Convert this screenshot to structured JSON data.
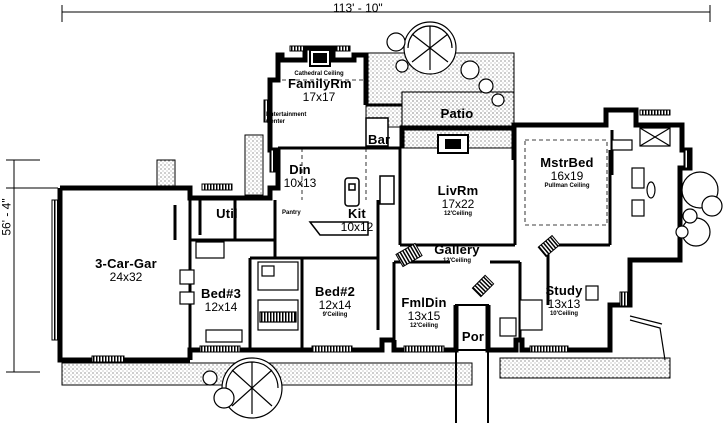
{
  "dimensions": {
    "width": "113' - 10\"",
    "depth": "56' - 4\""
  },
  "rooms": {
    "family": {
      "name": "FamilyRm",
      "size": "17x17",
      "note": "Cathedral Ceiling"
    },
    "entertainment": {
      "line1": "Entertainment",
      "line2": "Center"
    },
    "bar": {
      "name": "Bar"
    },
    "patio": {
      "name": "Patio"
    },
    "dining": {
      "name": "Din",
      "size": "10x13"
    },
    "kitchen": {
      "name": "Kit",
      "size": "10x12"
    },
    "pantry": {
      "name": "Pantry"
    },
    "living": {
      "name": "LivRm",
      "size": "17x22",
      "note": "12'Ceiling"
    },
    "master": {
      "name": "MstrBed",
      "size": "16x19",
      "note": "Pullman Ceiling"
    },
    "utility": {
      "name": "Util"
    },
    "garage": {
      "name": "3-Car-Gar",
      "size": "24x32"
    },
    "gallery": {
      "name": "Gallery",
      "note": "12'Ceiling"
    },
    "bed3": {
      "name": "Bed#3",
      "size": "12x14"
    },
    "bed2": {
      "name": "Bed#2",
      "size": "12x14",
      "note": "9'Ceiling"
    },
    "family_dining": {
      "name": "FmlDin",
      "size": "13x15",
      "note": "12'Ceiling"
    },
    "porch": {
      "name": "Por"
    },
    "study": {
      "name": "Study",
      "size": "13x13",
      "note": "10'Ceiling"
    }
  }
}
